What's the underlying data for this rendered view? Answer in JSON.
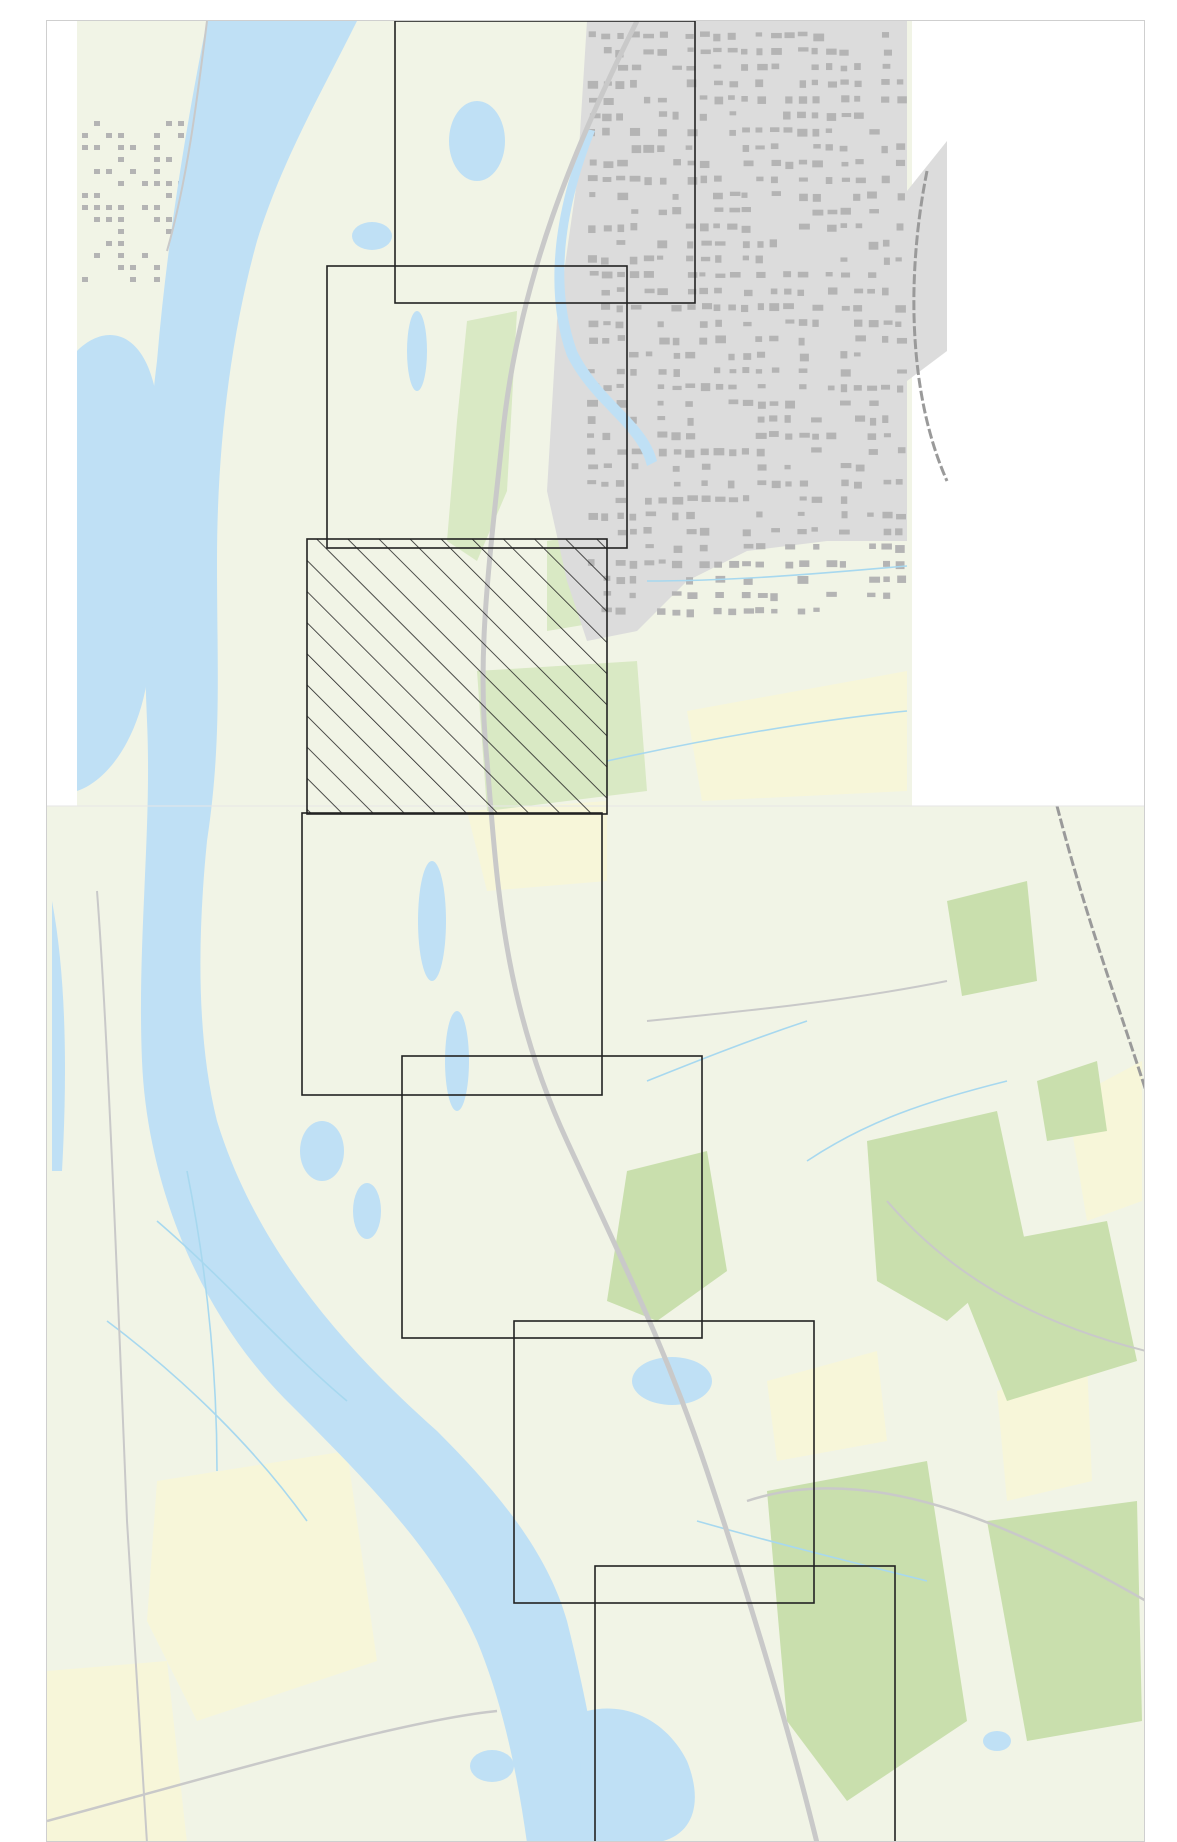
{
  "map": {
    "colors": {
      "background": "#ffffff",
      "land": "#f1f4e6",
      "water": "#bfe0f5",
      "water_edge": "#9fcfee",
      "urban": "#dcdcdc",
      "building": "#b4b4b4",
      "park": "#d9e9c4",
      "forest": "#c9dfad",
      "farmland": "#f7f6d9",
      "road": "#c9c9c9",
      "rail": "#9a9a9a",
      "ditch": "#a7d8ef",
      "frame_border": "#cfcfcf",
      "tile_outline": "#222222",
      "hatch": "#222222"
    },
    "tiles": {
      "count": 7,
      "highlighted_tile_index": 2,
      "highlight_pattern": "diagonal-hatch"
    }
  }
}
